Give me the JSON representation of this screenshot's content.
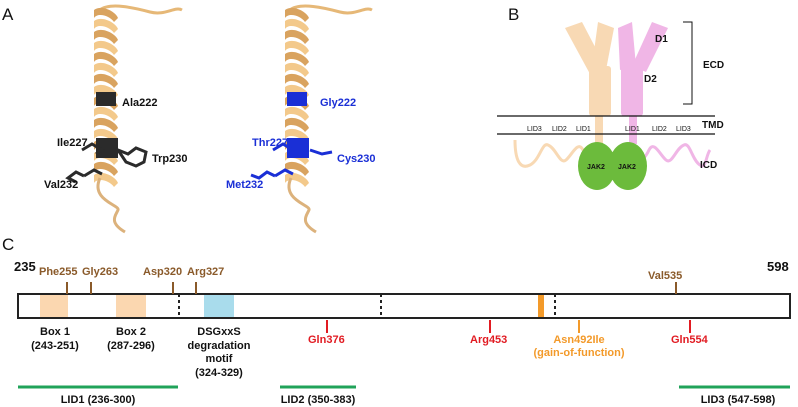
{
  "panels": {
    "a": "A",
    "b": "B",
    "c": "C"
  },
  "panel_a": {
    "left_residues": [
      "Ala222",
      "Ile227",
      "Trp230",
      "Val232"
    ],
    "right_residues": [
      "Gly222",
      "Thr227",
      "Cys230",
      "Met232"
    ],
    "colors": {
      "helix": "#f3c98b",
      "helix_shade": "#d9a35f",
      "wild_sidechain": "#2b2b2b",
      "mutant_sidechain": "#1a2fd6"
    }
  },
  "panel_b": {
    "domains": {
      "d1": "D1",
      "d2": "D2"
    },
    "regions": {
      "ecd": "ECD",
      "tmd": "TMD",
      "icd": "ICD"
    },
    "lid_left": [
      "LID3",
      "LID2",
      "LID1"
    ],
    "lid_right": [
      "LID1",
      "LID2",
      "LID3"
    ],
    "jak": [
      "JAK2",
      "JAK2"
    ],
    "colors": {
      "left_chain": "#f8d9b4",
      "right_chain": "#f0b6e6",
      "jak": "#6cbb3c"
    }
  },
  "panel_c": {
    "start": "235",
    "end": "598",
    "top_labels": [
      "Phe255",
      "Gly263",
      "Asp320",
      "Arg327",
      "Val535"
    ],
    "boxes": [
      {
        "name": "Box 1",
        "range": "(243-251)"
      },
      {
        "name": "Box 2",
        "range": "(287-296)"
      }
    ],
    "degron": {
      "line1": "DSGxxS",
      "line2": "degradation",
      "line3": "motif",
      "line4": "(324-329)"
    },
    "red_labels": [
      "Gln376",
      "Arg453",
      "Gln554"
    ],
    "mutation": {
      "line1": "Asn492Ile",
      "line2": "(gain-of-function)"
    },
    "lids": [
      "LID1 (236-300)",
      "LID2 (350-383)",
      "LID3 (547-598)"
    ],
    "colors": {
      "box": "#fbd7b0",
      "degron": "#a9dcec",
      "brown": "#8a5a2a",
      "red": "#e11b22",
      "orange": "#f39a2a",
      "lid_bar": "#20a35a"
    }
  }
}
